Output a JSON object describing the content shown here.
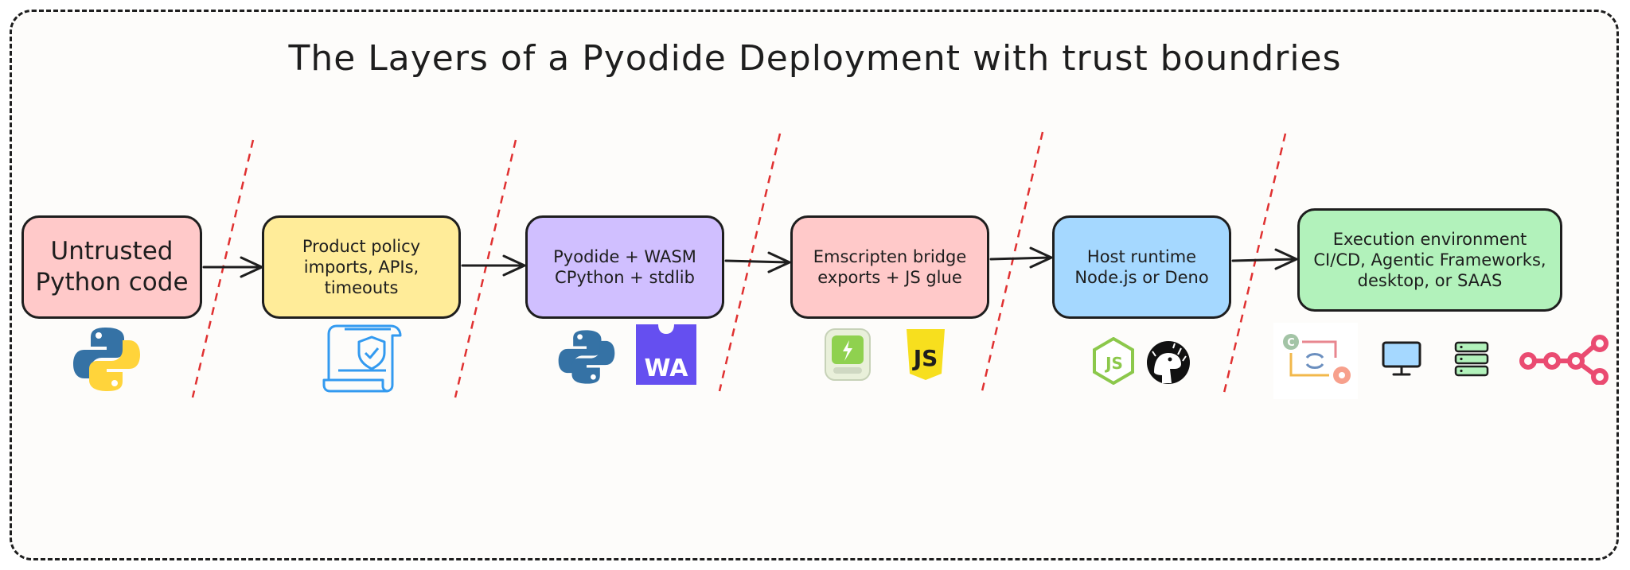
{
  "title": "The Layers of a Pyodide Deployment with trust boundries",
  "boxes": [
    {
      "lines": [
        "Untrusted",
        "Python code"
      ],
      "color": "#ffc9c9"
    },
    {
      "lines": [
        "Product policy",
        "imports, APIs,",
        "timeouts"
      ],
      "color": "#ffec99"
    },
    {
      "lines": [
        "Pyodide + WASM",
        "CPython + stdlib"
      ],
      "color": "#d0bfff"
    },
    {
      "lines": [
        "Emscripten bridge",
        "exports + JS glue"
      ],
      "color": "#ffc9c9"
    },
    {
      "lines": [
        "Host runtime",
        "Node.js or Deno"
      ],
      "color": "#a5d8ff"
    },
    {
      "lines": [
        "Execution environment",
        "CI/CD, Agentic Frameworks,",
        "desktop, or SAAS"
      ],
      "color": "#b2f2bb"
    }
  ],
  "icons": {
    "wasm_text": "WA",
    "js_text": "JS",
    "node_text": "JS",
    "cicd_letter": "C"
  },
  "colors": {
    "boundary": "#e03131",
    "stroke": "#1e1e1e",
    "python_blue": "#3572a5",
    "python_yellow": "#ffd43b",
    "wasm_purple": "#654ff0",
    "js_yellow": "#f7df1e",
    "node_green": "#8cc84b",
    "n8n_pink": "#ea4b71"
  }
}
